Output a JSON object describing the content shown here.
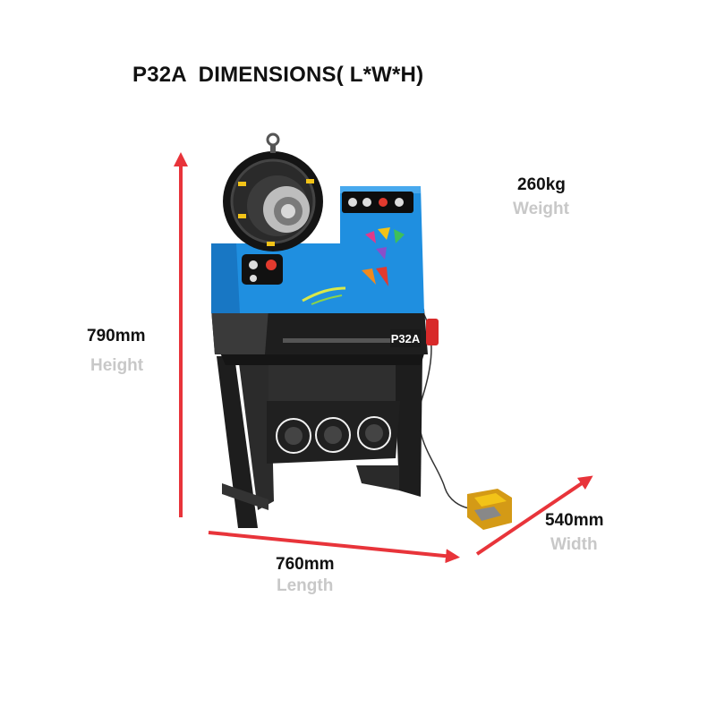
{
  "title": "P32A  DIMENSIONS( L*W*H)",
  "height": {
    "value": "790mm",
    "label": "Height"
  },
  "weight": {
    "value": "260kg",
    "label": "Weight"
  },
  "length": {
    "value": "760mm",
    "label": "Length"
  },
  "width": {
    "value": "540mm",
    "label": "Width"
  },
  "machine": {
    "model_badge": "P32A"
  },
  "colors": {
    "arrow": "#e8343a",
    "machine_blue": "#1f8fe0",
    "label_gray": "#c8c8c8"
  }
}
